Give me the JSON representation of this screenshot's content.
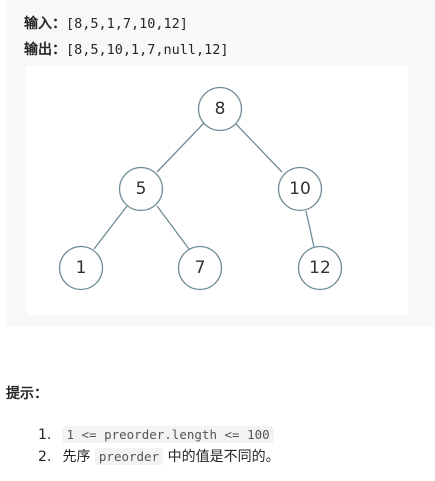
{
  "example": {
    "input_label": "输入：",
    "input_value": "[8,5,1,7,10,12]",
    "output_label": "输出：",
    "output_value": "[8,5,10,1,7,null,12]"
  },
  "tree": {
    "nodes": [
      "8",
      "5",
      "10",
      "1",
      "7",
      "12"
    ]
  },
  "hints": {
    "title": "提示：",
    "items": [
      {
        "number": "1.",
        "code": "1 <= preorder.length <= 100",
        "before": "",
        "after": ""
      },
      {
        "number": "2.",
        "before": "先序",
        "code": "preorder",
        "after": "中的值是不同的。"
      }
    ]
  }
}
